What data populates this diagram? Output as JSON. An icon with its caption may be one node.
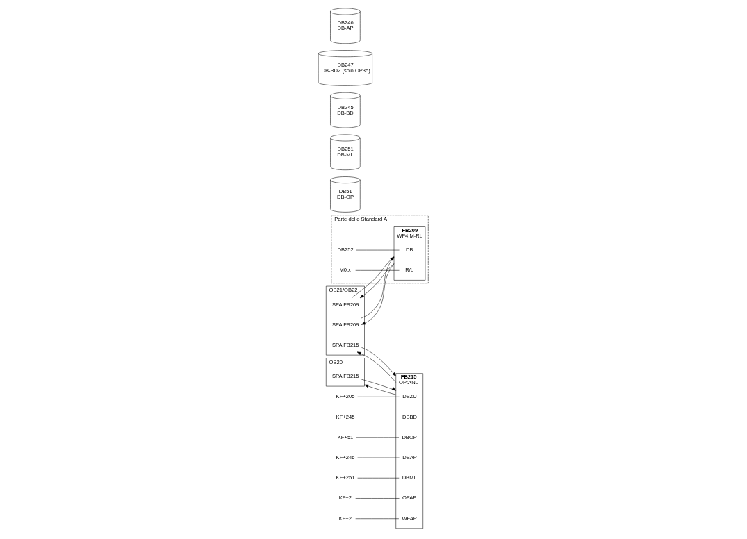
{
  "diagram": {
    "nodes": [
      {
        "text": [
          "OB20"
        ]
      },
      {
        "text": [
          "SPA FB215"
        ],
        "in": 0
      },
      {
        "text": [
          "FB215",
          "OP:ANL"
        ]
      },
      {
        "text": [
          "DBZU"
        ],
        "in": 2
      },
      {
        "text": [
          "DBBD"
        ],
        "in": 2
      },
      {
        "text": [
          "DBOP"
        ],
        "in": 2
      },
      {
        "text": [
          "DBAP"
        ],
        "in": 2
      },
      {
        "text": [
          "DBML"
        ],
        "in": 2
      },
      {
        "text": [
          "OPAP"
        ],
        "in": 2
      },
      {
        "text": [
          "WFAP"
        ],
        "in": 2
      },
      {
        "text": [
          "KF+205"
        ]
      },
      {
        "text": [
          "KF+245"
        ]
      },
      {
        "text": [
          "KF+51"
        ]
      },
      {
        "text": [
          "KF+246"
        ]
      },
      {
        "text": [
          "KF+251"
        ]
      },
      {
        "text": [
          "KF+2"
        ]
      },
      {
        "text": [
          "KF+2"
        ]
      },
      {
        "text": [
          "Parte dello Standard A"
        ]
      },
      {
        "text": [
          "FB209",
          "WF4:M-RL"
        ],
        "in": 17
      },
      {
        "text": [
          "DB"
        ],
        "in": 18
      },
      {
        "text": [
          "R/L"
        ],
        "in": 18
      },
      {
        "text": [
          "DB252"
        ],
        "in": 17
      },
      {
        "text": [
          "M0.x"
        ],
        "in": 17
      },
      {
        "text": [
          "OB21/OB22"
        ]
      },
      {
        "text": [
          "SPA FB209"
        ],
        "in": 23
      },
      {
        "text": [
          "SPA FB215"
        ],
        "in": 23
      },
      {
        "text": [
          "SPA FB209"
        ],
        "in": 23
      },
      {
        "text": [
          "DB51",
          "DB-OP"
        ]
      },
      {
        "text": [
          "DB251",
          "DB-ML"
        ]
      },
      {
        "text": [
          "DB245",
          "DB-BD"
        ]
      },
      {
        "text": [
          "DB247",
          "DB-BD2 (solo OP35)"
        ]
      },
      {
        "text": [
          "DB246",
          "DB-AP"
        ]
      }
    ],
    "edges": [
      {
        "from": 1,
        "to": 2,
        "arrow": "to"
      },
      {
        "from": 2,
        "to": 0,
        "arrow": "to"
      },
      {
        "from": 25,
        "to": 2,
        "arrow": "to"
      },
      {
        "from": 2,
        "to": 25,
        "arrow": "to"
      },
      {
        "from": 24,
        "to": 18,
        "arrow": "to"
      },
      {
        "from": 18,
        "to": 24,
        "arrow": "to"
      },
      {
        "from": 26,
        "to": 18,
        "arrow": "to"
      },
      {
        "from": 18,
        "to": 26,
        "arrow": "to"
      },
      {
        "from": 10,
        "to": 3,
        "arrow": "none"
      },
      {
        "from": 11,
        "to": 4,
        "arrow": "none"
      },
      {
        "from": 12,
        "to": 5,
        "arrow": "none"
      },
      {
        "from": 13,
        "to": 6,
        "arrow": "none"
      },
      {
        "from": 14,
        "to": 7,
        "arrow": "none"
      },
      {
        "from": 15,
        "to": 8,
        "arrow": "none"
      },
      {
        "from": 16,
        "to": 9,
        "arrow": "none"
      },
      {
        "from": 21,
        "to": 19,
        "arrow": "none"
      },
      {
        "from": 22,
        "to": 20,
        "arrow": "none"
      }
    ]
  }
}
